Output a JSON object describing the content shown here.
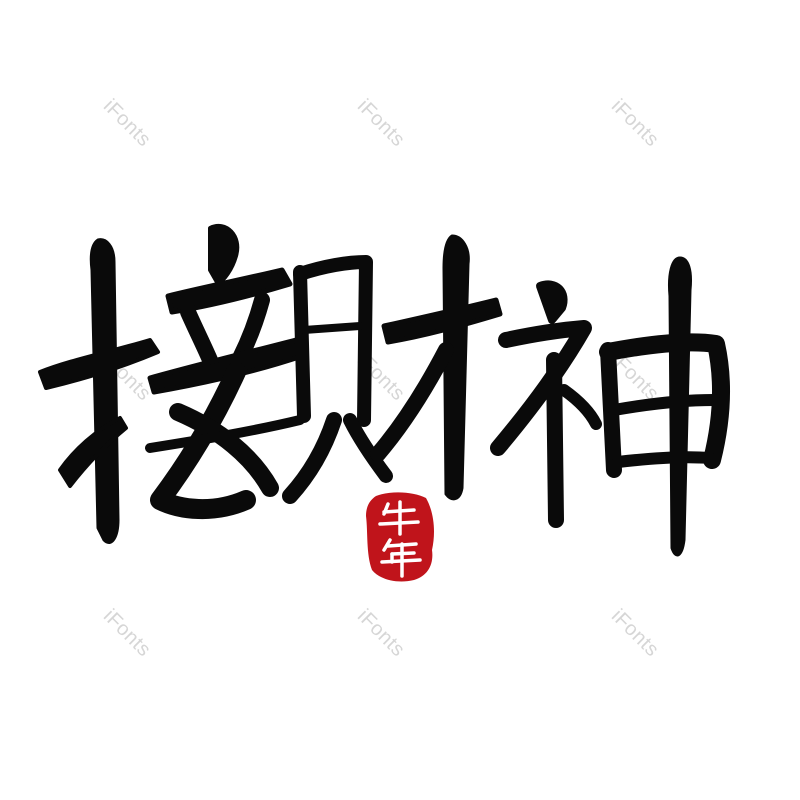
{
  "artwork": {
    "title": "接财神",
    "ink_color": "#0a0a0a",
    "background_color": "#ffffff"
  },
  "seal": {
    "text": "牛年",
    "color": "#c0141b"
  },
  "watermark": {
    "text": "iFonts",
    "color": "#d6d6d6"
  }
}
